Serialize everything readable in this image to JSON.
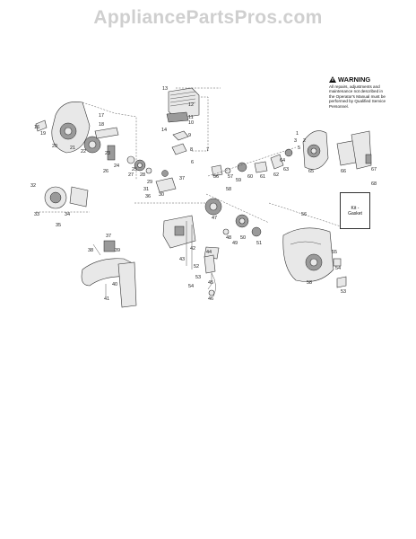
{
  "watermark": "AppliancePartsPros.com",
  "warning": {
    "title": "WARNING",
    "lines": [
      "All repairs, adjustments and",
      "maintenance not described in",
      "the Operator's Manual must be",
      "performed by Qualified Service",
      "Personnel."
    ]
  },
  "kit_box": {
    "line1": "Kit -",
    "line2": "Gasket"
  },
  "callouts": [
    "1",
    "2",
    "3",
    "5",
    "6",
    "7",
    "8",
    "9",
    "10",
    "11",
    "12",
    "13",
    "14",
    "16",
    "17",
    "18",
    "19",
    "20",
    "21",
    "22",
    "23",
    "24",
    "25",
    "26",
    "27",
    "28",
    "29",
    "30",
    "31",
    "32",
    "33",
    "34",
    "35",
    "36",
    "37",
    "38",
    "39",
    "40",
    "41",
    "42",
    "43",
    "44",
    "45",
    "46",
    "47",
    "48",
    "49",
    "50",
    "51",
    "52",
    "53",
    "54",
    "55",
    "56",
    "57",
    "58",
    "59",
    "60",
    "61",
    "62",
    "63",
    "64",
    "65",
    "66",
    "67",
    "68"
  ]
}
